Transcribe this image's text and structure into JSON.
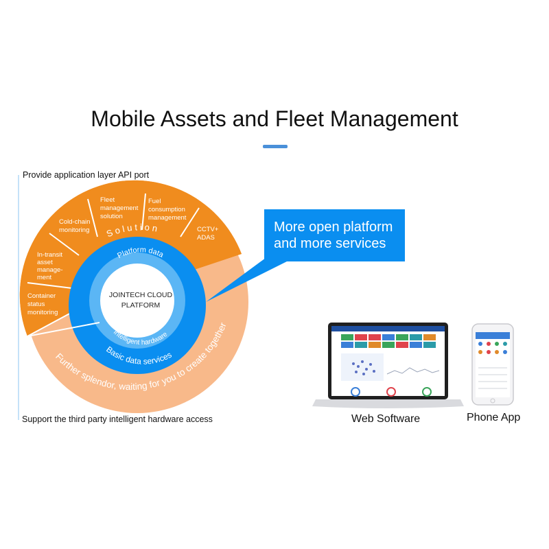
{
  "title": "Mobile Assets and Fleet Management",
  "notes": {
    "top": "Provide application layer API port",
    "bottom": "Support the third party intelligent hardware access"
  },
  "rings": {
    "center_line1": "JOINTECH CLOUD",
    "center_line2": "PLATFORM",
    "platform_data": "Platform data",
    "intelligent_hardware": "Intelligent hardware",
    "basic_data_services": "Basic data services",
    "solution": "S o l u t i o n",
    "further": "Further splendor, waiting for you to create together"
  },
  "segments": {
    "fleet": [
      "Fleet",
      "management",
      "solution"
    ],
    "fuel": [
      "Fuel",
      "consumption",
      "management"
    ],
    "cold": [
      "Cold-chain",
      "monitoring"
    ],
    "cctv": [
      "CCTV+",
      "ADAS"
    ],
    "intransit": [
      "In-transit",
      "asset",
      "manage-",
      "ment"
    ],
    "container": [
      "Container",
      "status",
      "monitoring"
    ]
  },
  "callout": {
    "line1": "More open platform",
    "line2": "and more services"
  },
  "devices": {
    "web_label": "Web Software",
    "phone_label": "Phone App"
  },
  "colors": {
    "orange": "#f08c1e",
    "peach": "#f8b98a",
    "blue": "#0a8ef0",
    "light_blue": "#5bb6f5",
    "accent": "#4a90d9"
  }
}
